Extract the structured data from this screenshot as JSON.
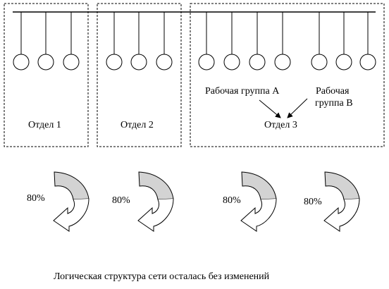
{
  "departments": [
    {
      "label": "Отдел 1",
      "node_count": 3
    },
    {
      "label": "Отдел 2",
      "node_count": 3
    },
    {
      "label": "Отдел 3",
      "node_count": 7
    }
  ],
  "workgroups": [
    {
      "label_line1": "Рабочая группа А",
      "label_line2": ""
    },
    {
      "label_line1": "Рабочая",
      "label_line2": "группа B"
    }
  ],
  "traffic_arrows": [
    {
      "label": "80%",
      "fill_color": "#d3d3d3"
    },
    {
      "label": "80%",
      "fill_color": "#d3d3d3"
    },
    {
      "label": "80%",
      "fill_color": "#d3d3d3"
    },
    {
      "label": "80%",
      "fill_color": "#d3d3d3"
    }
  ],
  "caption": "Логическая структура сети осталась без изменений"
}
